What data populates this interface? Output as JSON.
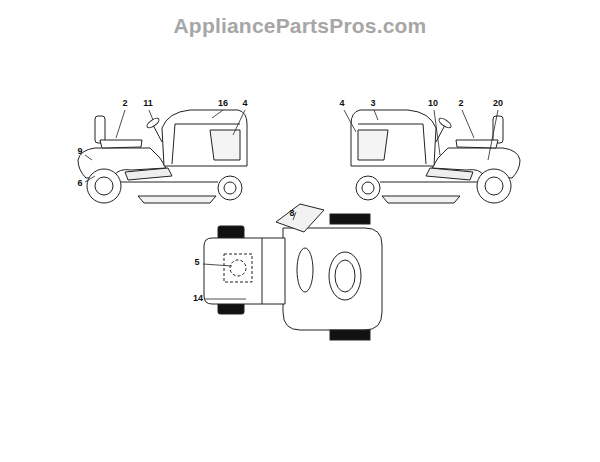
{
  "diagram": {
    "labels": [
      "AppliancePartsPros.com",
      "2",
      "11",
      "16",
      "4",
      "9",
      "6",
      "4",
      "3",
      "10",
      "2",
      "20",
      "8",
      "5",
      "14"
    ]
  }
}
